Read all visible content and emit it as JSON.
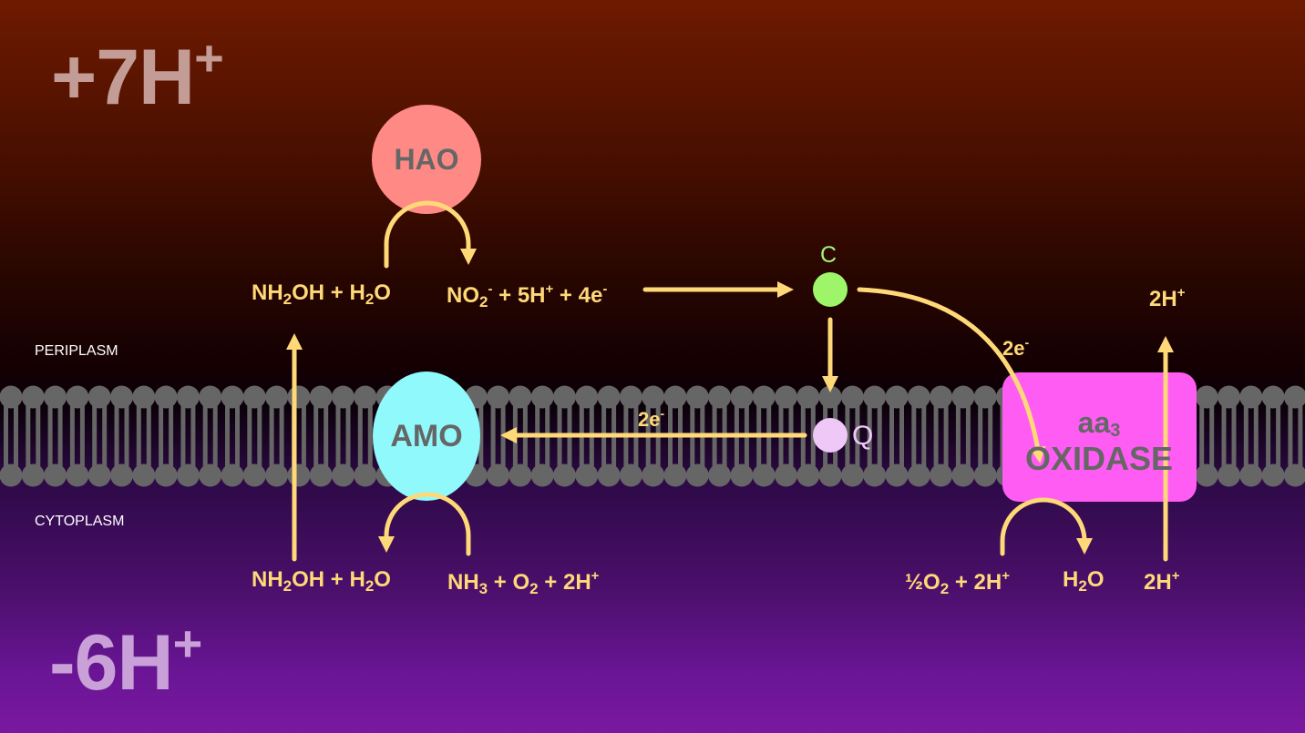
{
  "colors": {
    "arrow": "#ffd978",
    "membrane": "#666666",
    "hao": "#ff8a85",
    "amo": "#8ff9fc",
    "oxidase": "#ff5cf4",
    "cytochrome_c": "#9ff56a",
    "quinone": "#efc8f8",
    "enzyme_text": "#666666"
  },
  "proton_balance": {
    "periplasm": {
      "value": "+7H",
      "charge": "+"
    },
    "cytoplasm": {
      "value": "-6H",
      "charge": "+"
    }
  },
  "regions": {
    "periplasm": "PERIPLASM",
    "cytoplasm": "CYTOPLASM"
  },
  "enzymes": {
    "hao": "HAO",
    "amo": "AMO",
    "oxidase_top": "aa",
    "oxidase_sub": "3",
    "oxidase_bottom": "OXIDASE"
  },
  "carriers": {
    "c": "C",
    "q": "Q"
  },
  "electron_labels": {
    "c_to_oxidase": {
      "text": "2e",
      "charge": "-"
    },
    "q_to_amo": {
      "text": "2e",
      "charge": "-"
    }
  },
  "periplasm_reactions": {
    "hao_substrate": {
      "parts": [
        "NH",
        "2",
        "OH + H",
        "2",
        "O"
      ]
    },
    "hao_product": {
      "parts": [
        "NO",
        "2",
        "-",
        " + 5H",
        "+",
        " + 4e",
        "-"
      ]
    },
    "oxidase_proton_out": {
      "text": "2H",
      "charge": "+"
    }
  },
  "cytoplasm_reactions": {
    "amo_product": {
      "parts": [
        "NH",
        "2",
        "OH + H",
        "2",
        "O"
      ]
    },
    "amo_substrate": {
      "parts": [
        "NH",
        "3",
        " + O",
        "2",
        " + 2H",
        "+"
      ]
    },
    "oxidase_substrate": {
      "parts": [
        "½O",
        "2",
        " + 2H",
        "+"
      ]
    },
    "oxidase_product": {
      "parts": [
        "H",
        "2",
        "O"
      ]
    },
    "oxidase_proton_in": {
      "text": "2H",
      "charge": "+"
    }
  }
}
